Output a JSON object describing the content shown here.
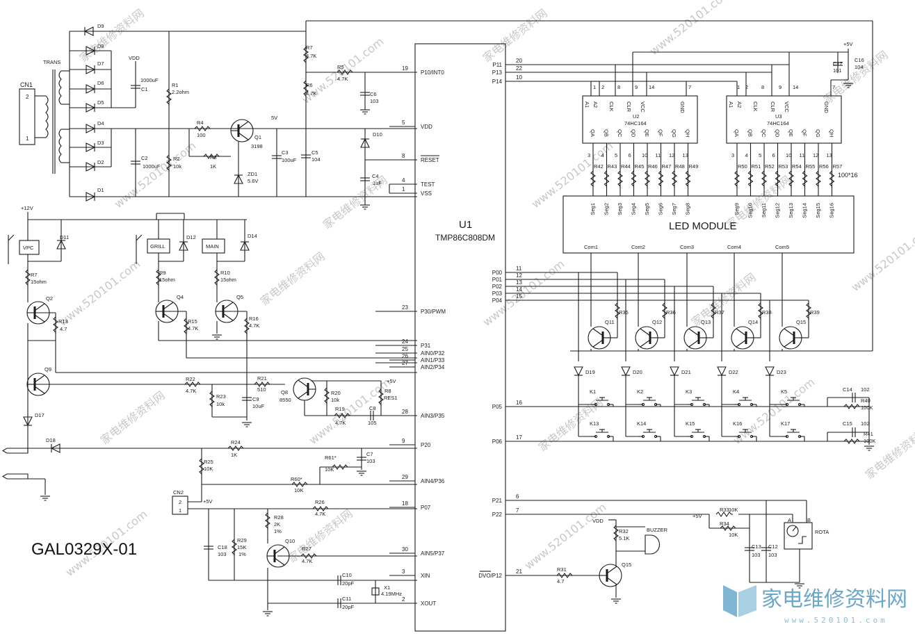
{
  "board_code": "GAL0329X-01",
  "mcu": {
    "ref": "U1",
    "part": "TMP86C808DM"
  },
  "connectors": {
    "cn1": "CN1",
    "cn2": "CN2",
    "trans": "TRANS"
  },
  "mcu_pins_left": [
    {
      "num": "19",
      "name": "P10/INT0"
    },
    {
      "num": "5",
      "name": "VDD"
    },
    {
      "num": "8",
      "name": "RESET"
    },
    {
      "num": "4",
      "name": "TEST"
    },
    {
      "num": "1",
      "name": "VSS"
    },
    {
      "num": "23",
      "name": "P30/PWM"
    },
    {
      "num": "24",
      "name": "P31"
    },
    {
      "num": "25",
      "name": "AIN0/P32"
    },
    {
      "num": "26",
      "name": "AIN1/P33"
    },
    {
      "num": "27",
      "name": "AIN2/P34"
    },
    {
      "num": "28",
      "name": "AIN3/P35"
    },
    {
      "num": "9",
      "name": "P20"
    },
    {
      "num": "29",
      "name": "AIN4/P36"
    },
    {
      "num": "18",
      "name": "P07"
    },
    {
      "num": "30",
      "name": "AIN5/P37"
    },
    {
      "num": "3",
      "name": "XIN"
    },
    {
      "num": "2",
      "name": "XOUT"
    }
  ],
  "mcu_pins_right": [
    {
      "num": "20",
      "name": "P11"
    },
    {
      "num": "22",
      "name": "P13"
    },
    {
      "num": "10",
      "name": "P14"
    },
    {
      "num": "11",
      "name": "P00"
    },
    {
      "num": "12",
      "name": "P01"
    },
    {
      "num": "13",
      "name": "P02"
    },
    {
      "num": "14",
      "name": "P03"
    },
    {
      "num": "15",
      "name": "P04"
    },
    {
      "num": "16",
      "name": "P05"
    },
    {
      "num": "17",
      "name": "P06"
    },
    {
      "num": "6",
      "name": "P21"
    },
    {
      "num": "7",
      "name": "P22"
    },
    {
      "num": "21",
      "name": "DVO/P12"
    }
  ],
  "shift_registers": [
    {
      "ref": "U2",
      "part": "74HC164"
    },
    {
      "ref": "U3",
      "part": "74HC164"
    }
  ],
  "sr_top_pins": [
    "A1",
    "A2",
    "CLK",
    "CLR",
    "VCC",
    "GND"
  ],
  "sr_top_nums": [
    "1",
    "2",
    "8",
    "9",
    "14",
    "7"
  ],
  "sr_out_pins": [
    "QA",
    "QB",
    "QC",
    "QD",
    "QE",
    "QF",
    "QG",
    "QH"
  ],
  "sr_out_nums": [
    "3",
    "4",
    "5",
    "6",
    "10",
    "11",
    "12",
    "13"
  ],
  "led_module": "LED MODULE",
  "segments": [
    "Seg1",
    "Seg2",
    "Seg3",
    "Seg4",
    "Seg5",
    "Seg6",
    "Seg7",
    "Seg8",
    "Seg9",
    "Seg10",
    "Seg11",
    "Seg12",
    "Seg13",
    "Seg14",
    "Seg15",
    "Seg16"
  ],
  "seg_resistors": [
    "R42",
    "R43",
    "R44",
    "R45",
    "R46",
    "R47",
    "R48",
    "R49",
    "R50",
    "R51",
    "R52",
    "R53",
    "R54",
    "R55",
    "R56",
    "R57"
  ],
  "seg_res_value": "100*16",
  "coms": [
    "Com1",
    "Com2",
    "Com3",
    "Com4",
    "Com5"
  ],
  "com_transistors": [
    "Q11",
    "Q12",
    "Q13",
    "Q14",
    "Q15"
  ],
  "com_resistors": [
    "R35",
    "R36",
    "R37",
    "R38",
    "R39"
  ],
  "com_diodes": [
    "D19",
    "D20",
    "D21",
    "D22",
    "D23"
  ],
  "keys_row1": [
    "K1",
    "K2",
    "K3",
    "K4",
    "K5"
  ],
  "keys_row2": [
    "K13",
    "K14",
    "K15",
    "K16",
    "K17"
  ],
  "relays": [
    "VPC",
    "GRILL",
    "MAIN"
  ],
  "labels": {
    "vdd": "VDD",
    "v5": "5V",
    "p5v": "+5V",
    "p12v": "+12V",
    "c1": "C1",
    "c1v": "1000uF",
    "c2": "C2",
    "c2v": "1000uF",
    "r1": "R1",
    "r1v": "2.2ohm",
    "r2": "R2",
    "r2v": "10k",
    "r4": "R4",
    "r4v": "100",
    "r3": "R3",
    "r3v": "1K",
    "q1": "Q1",
    "q1v": "3198",
    "zd1": "ZD1",
    "zd1v": "5.6V",
    "c3": "C3",
    "c3v": "100uF",
    "c5": "C5",
    "c5v": "104",
    "r7": "R7",
    "r7v": "4.7K",
    "r6": "R6",
    "r6v": "4.7K",
    "r5": "R5",
    "r5v": "4.7K",
    "c6": "C6",
    "c6v": "103",
    "d10": "D10",
    "c4": "C4",
    "c4v": "1uF",
    "d9": "D9",
    "d8": "D8",
    "d7": "D7",
    "d6": "D6",
    "d5": "D5",
    "d4": "D4",
    "d3": "D3",
    "d2": "D2",
    "d1": "D1",
    "d11": "D11",
    "d12": "D12",
    "d14": "D14",
    "r7b": "R7",
    "r7bv": "15ohm",
    "r9": "R9",
    "r9v": "15ohm",
    "r10": "R10",
    "r10v": "15ohm",
    "q2": "Q2",
    "q4": "Q4",
    "q5": "Q5",
    "q9": "Q9",
    "r13": "R13",
    "r13v": "4.7",
    "r15": "R15",
    "r15v": "4.7K",
    "r16": "R16",
    "r16v": "4.7K",
    "r22": "R22",
    "r22v": "4.7K",
    "r23": "R23",
    "r23v": "10k",
    "r21": "R21",
    "r21v": "510",
    "c9": "C9",
    "c9v": "10uF",
    "q8": "Q8",
    "q8v": "8550",
    "r20": "R20",
    "r20v": "10k",
    "r19": "R19",
    "r19v": "4.7K",
    "c8": "C8",
    "c8v": "105",
    "r8": "R8",
    "r8v": "RES1",
    "d17": "D17",
    "d18": "D18",
    "r24": "R24",
    "r24v": "1K",
    "c7": "C7",
    "c7v": "103",
    "r61": "R61*",
    "r61v": "10K",
    "r25": "R25",
    "r25v": "10K",
    "r60": "R60*",
    "r60v": "10K",
    "r26": "R26",
    "r26v": "4.7K",
    "r28": "R28",
    "r28v": "2K",
    "pct": "1%",
    "c18": "C18",
    "c18v": "103",
    "r29": "R29",
    "r29v": "15K",
    "q10": "Q10",
    "r27": "R27",
    "r27v": "4.7K",
    "c10": "C10",
    "c10v": "20pF",
    "c11": "C11",
    "c11v": "20pF",
    "x1": "X1",
    "x1v": "4.19MHz",
    "c16": "C16",
    "c16v": "104",
    "c17": "C17",
    "c17v": "101",
    "c14": "C14",
    "c14v": "102",
    "c15": "C15",
    "c15v": "102",
    "r40": "R40",
    "r40v": "100K",
    "r41": "R41",
    "r41v": "100K",
    "r32": "R32",
    "r32v": "5.1K",
    "r31": "R31",
    "r31v": "4.7",
    "q15b": "Q15",
    "buzzer": "BUZZER",
    "r33": "R33",
    "r33v": "10K",
    "r34": "R34",
    "r34v": "10K",
    "c13": "C13",
    "c13v": "103",
    "c12": "C12",
    "c12v": "103",
    "rota": "ROTA",
    "ra": "A",
    "rb": "B"
  },
  "watermark": {
    "cn": "家电维修资料网",
    "url": "www.520101.com",
    "logo_text": "家电维修资料网",
    "logo_url": "www.520101.com"
  }
}
